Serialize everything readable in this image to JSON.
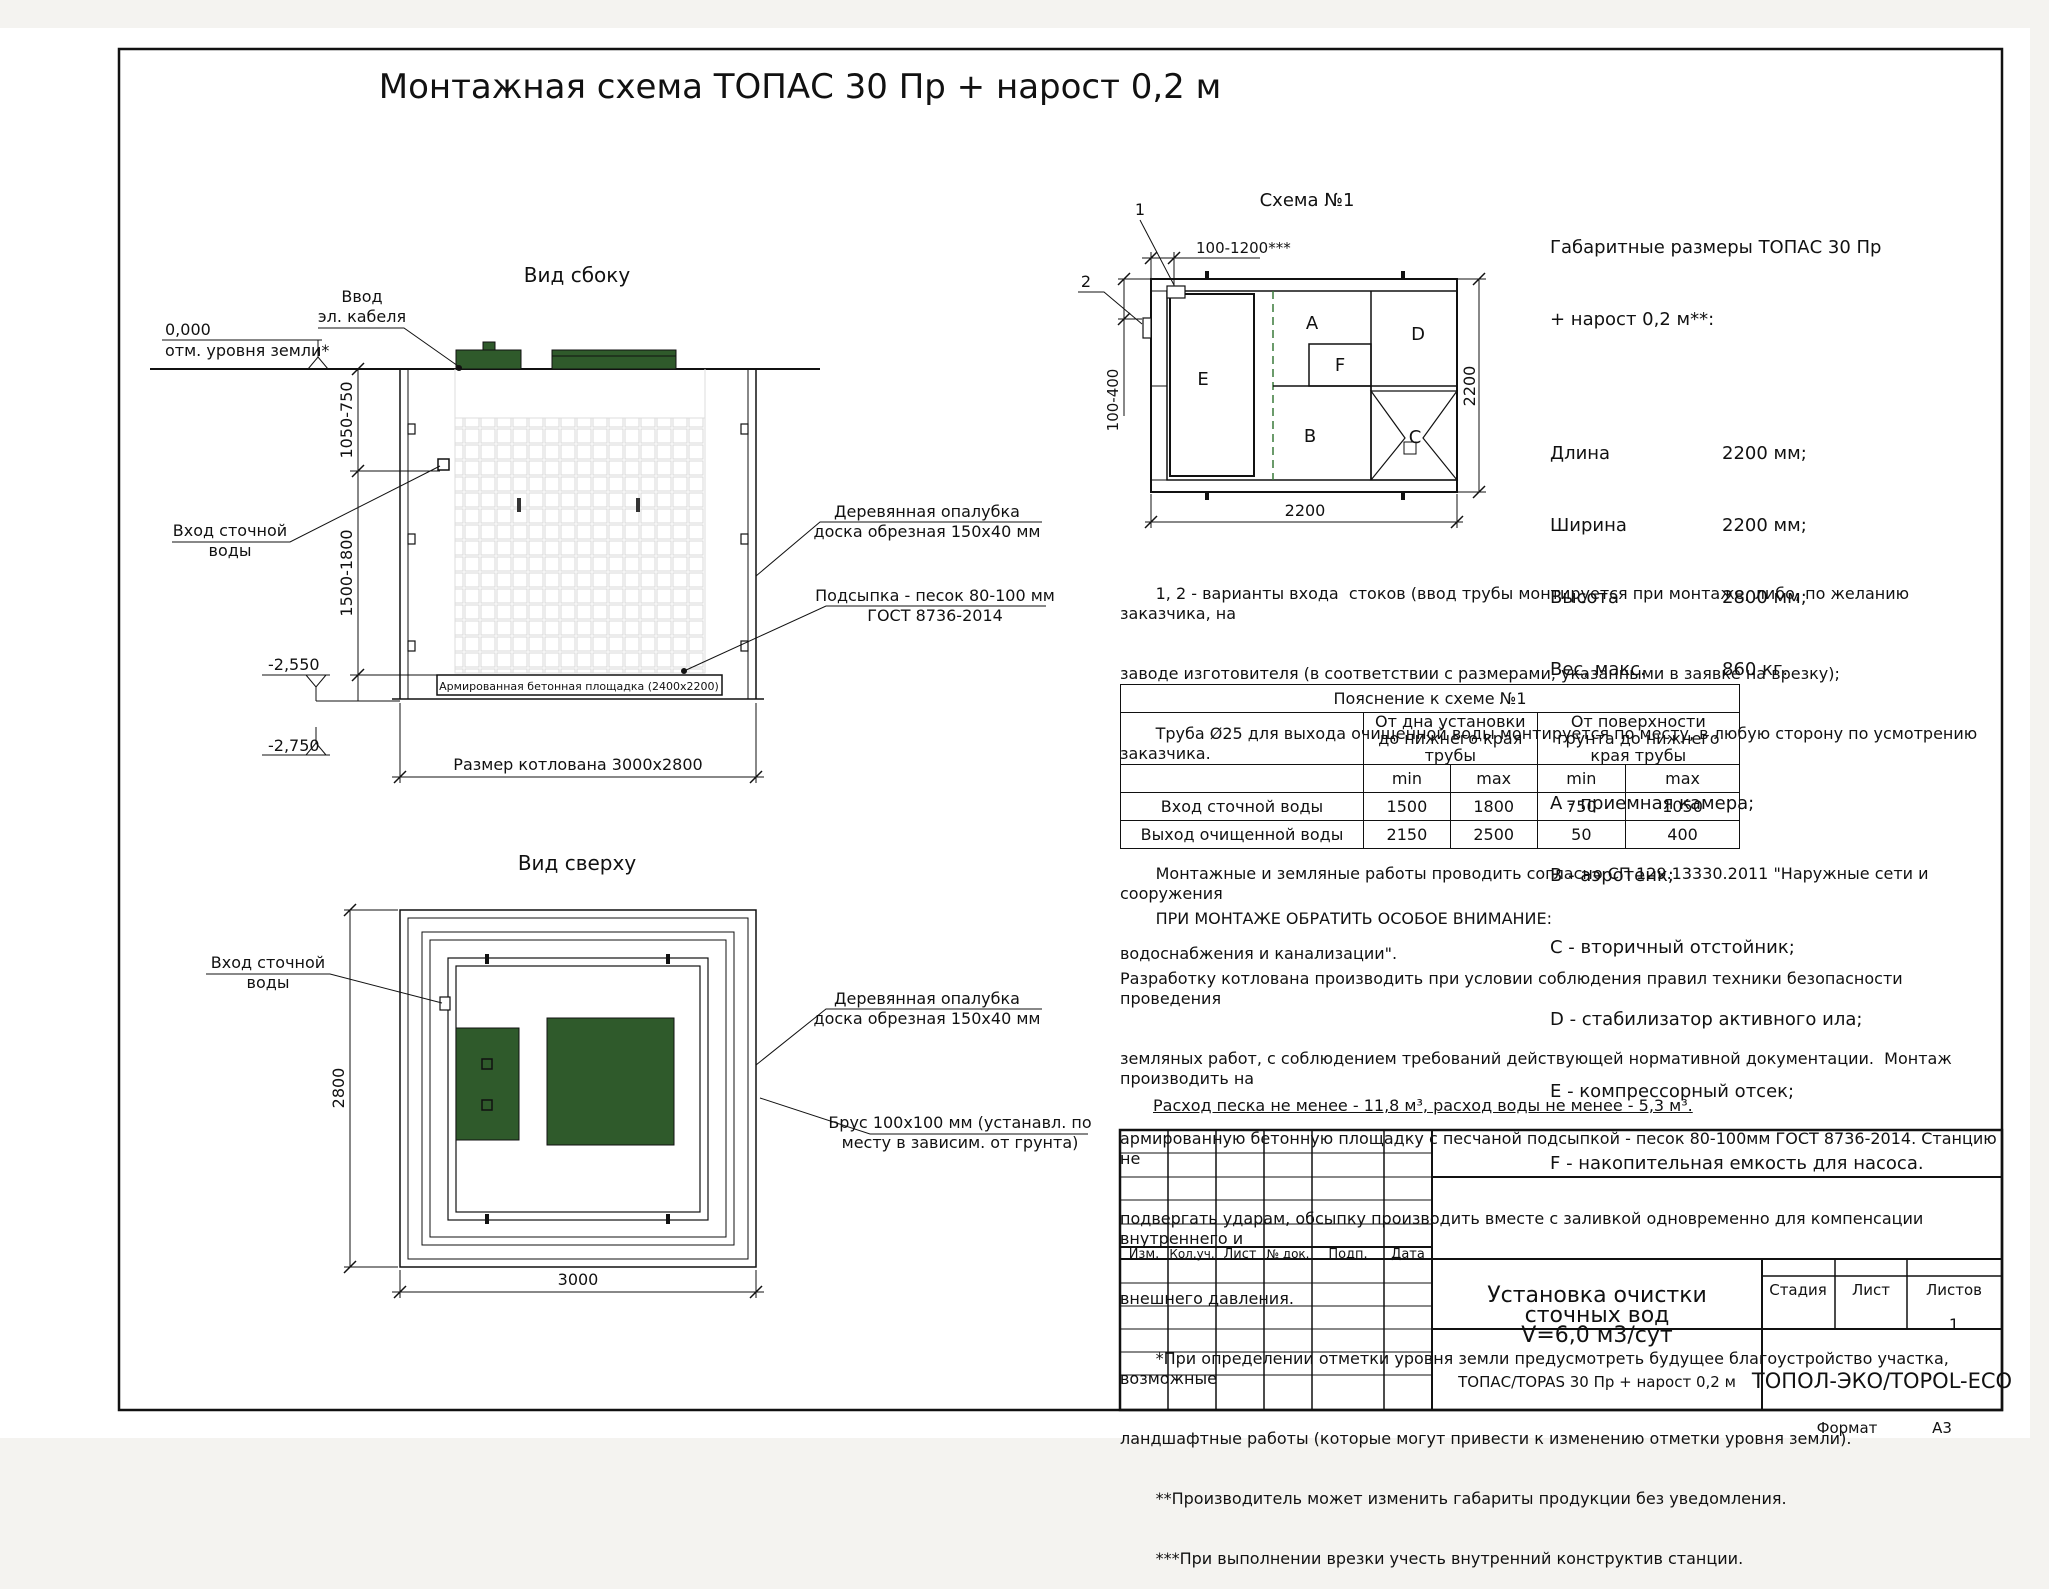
{
  "title": "Монтажная схема ТОПАС 30 Пр + нарост 0,2 м",
  "side_view": {
    "title": "Вид сбоку",
    "cable_label": [
      "Ввод",
      "эл. кабеля"
    ],
    "ground_mark": [
      "0,000",
      "отм. уровня земли*"
    ],
    "dim_inlet_depth": "1050-750",
    "dim_inlet_height": "1500-1800",
    "mark_mid": "-2,550",
    "mark_bottom": "-2,750",
    "inlet_label": [
      "Вход сточной",
      "воды"
    ],
    "formwork_label": [
      "Деревянная опалубка",
      "доска обрезная 150х40 мм"
    ],
    "backfill_label": [
      "Подсыпка - песок 80-100 мм",
      "ГОСТ 8736-2014"
    ],
    "slab_label": "Армированная бетонная площадка (2400х2200)",
    "pit_size": "Размер котлована 3000х2800"
  },
  "top_view": {
    "title": "Вид сверху",
    "inlet_label": [
      "Вход сточной",
      "воды"
    ],
    "formwork_label": [
      "Деревянная опалубка",
      "доска обрезная 150х40 мм"
    ],
    "beam_label": [
      "Брус 100х100 мм (устанавл. по",
      "месту в зависим. от грунта)"
    ],
    "dim_height": "2800",
    "dim_width": "3000"
  },
  "scheme": {
    "title": "Схема №1",
    "callout_1": "1",
    "callout_2": "2",
    "dim_top": "100-1200***",
    "dim_left": "100-400",
    "dim_right": "2200",
    "dim_bottom": "2200",
    "zones": [
      "A",
      "B",
      "C",
      "D",
      "E",
      "F"
    ]
  },
  "dims": {
    "title": [
      "Габаритные размеры ТОПАС 30 Пр",
      "+ нарост 0,2 м**:"
    ],
    "rows": [
      {
        "label": "Длина",
        "value": "2200 мм;"
      },
      {
        "label": "Ширина",
        "value": "2200 мм;"
      },
      {
        "label": "Высота",
        "value": "2800 мм;"
      },
      {
        "label": "Вес, макс.",
        "value": "860 кг."
      }
    ]
  },
  "legend": [
    "A - приемная камера;",
    "B - аэротенк;",
    "C - вторичный отстойник;",
    "D - стабилизатор активного ила;",
    "E - компрессорный отсек;",
    "F - накопительная емкость для насоса."
  ],
  "notes_top": [
    "       1, 2 - варианты входа  стоков (ввод трубы монтируется при монтаже, либо, по желанию заказчика, на",
    "заводе изготовителя (в соответствии с размерами, указанными в заявке на врезку);",
    "       Труба Ø25 для выхода очищенной воды монтируется по месту, в любую сторону по усмотрению заказчика.",
    "",
    "       Монтажные и земляные работы проводить согласно СП 129.13330.2011 \"Наружные сети и сооружения",
    "водоснабжения и канализации\"."
  ],
  "table": {
    "caption": "Пояснение к схеме №1",
    "group1": "От дна установки до нижнего края трубы",
    "group2": "От поверхности грунта до нижнего края трубы",
    "subheaders": [
      "min",
      "max",
      "min",
      "max"
    ],
    "rows": [
      {
        "label": "Вход сточной воды",
        "values": [
          "1500",
          "1800",
          "750",
          "1050"
        ]
      },
      {
        "label": "Выход очищенной воды",
        "values": [
          "2150",
          "2500",
          "50",
          "400"
        ]
      }
    ]
  },
  "notes_bottom": [
    "       ПРИ МОНТАЖЕ ОБРАТИТЬ ОСОБОЕ ВНИМАНИЕ:",
    "Разработку котлована производить при условии соблюдения правил техники безопасности проведения",
    "земляных работ, с соблюдением требований действующей нормативной документации.  Монтаж производить на",
    "армированную бетонную площадку с песчаной подсыпкой - песок 80-100мм ГОСТ 8736-2014. Станцию не",
    "подвергать ударам, обсыпку производить вместе с заливкой одновременно для компенсации внутреннего и",
    "внешнего давления.",
    "       *При определении отметки уровня земли предусмотреть будущее благоустройство участка, возможные",
    "ландшафтные работы (которые могут привести к изменению отметки уровня земли).",
    "       **Производитель может изменить габариты продукции без уведомления.",
    "       ***При выполнении врезки учесть внутренний конструктив станции."
  ],
  "consumption": "Расход песка не менее - 11,8 м³, расход воды не менее - 5,3 м³.",
  "stamp": {
    "columns": [
      "Изм.",
      "Кол.уч.",
      "Лист",
      "№ док.",
      "Подп.",
      "Дата"
    ],
    "product_title": [
      "Установка очистки",
      "сточных вод",
      "V=6,0 м3/сут"
    ],
    "stage_headers": [
      "Стадия",
      "Лист",
      "Листов"
    ],
    "sheets_total": "1",
    "model": "ТОПАС/TOPAS 30 Пр + нарост 0,2 м",
    "company": "ТОПОЛ-ЭКО/TOPOL-ECO",
    "format_label": "Формат",
    "format_value": "А3"
  },
  "colors": {
    "line": "#111111",
    "tank_green": "#2f5a2b",
    "grid": "#d0d0d0"
  }
}
